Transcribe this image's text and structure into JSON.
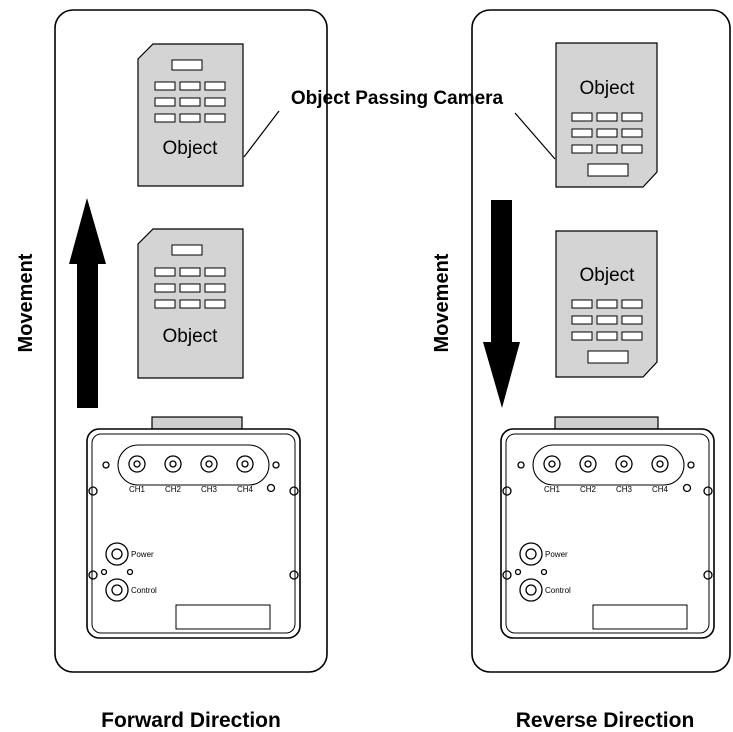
{
  "callout_label": "Object Passing Camera",
  "panels": [
    {
      "id": "forward",
      "caption": "Forward Direction",
      "movement_label": "Movement",
      "arrow_direction": "up",
      "objects": [
        "Object",
        "Object"
      ]
    },
    {
      "id": "reverse",
      "caption": "Reverse Direction",
      "movement_label": "Movement",
      "arrow_direction": "down",
      "objects": [
        "Object",
        "Object"
      ]
    }
  ],
  "camera": {
    "channels": [
      "CH1",
      "CH2",
      "CH3",
      "CH4"
    ],
    "power_label": "Power",
    "control_label": "Control"
  },
  "colors": {
    "object_fill": "#d4d4d4",
    "mount_fill": "#cfcfcf",
    "line": "#000000"
  }
}
